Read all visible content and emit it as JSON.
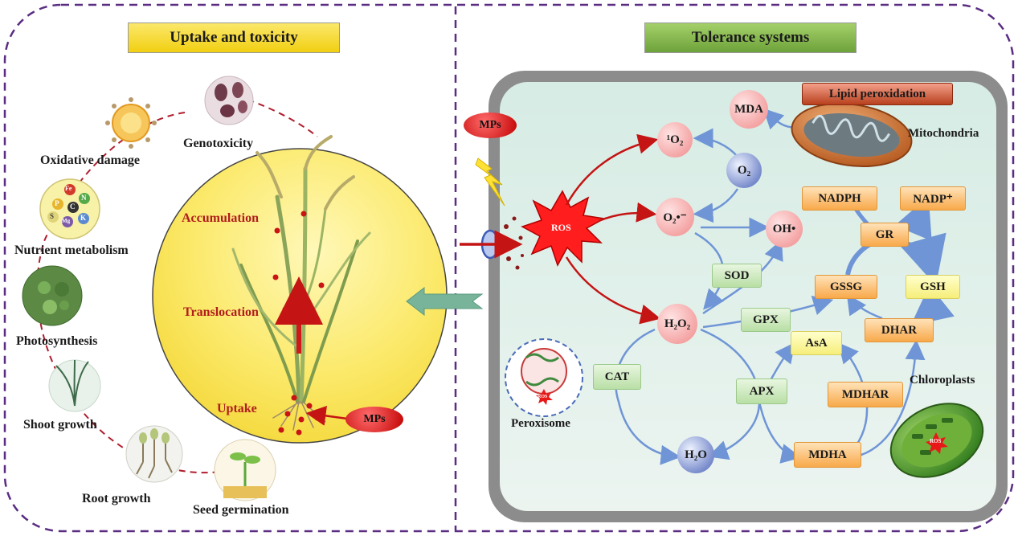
{
  "left_panel": {
    "title": "Uptake and toxicity",
    "toxicity_items": [
      "Genotoxicity",
      "Oxidative damage",
      "Nutrient metabolism",
      "Photosynthesis",
      "Shoot growth",
      "Root growth",
      "Seed germination"
    ],
    "plant_labels": {
      "accumulation": "Accumulation",
      "translocation": "Translocation",
      "uptake": "Uptake"
    },
    "mps": "MPs",
    "nutrient_symbols": [
      "Fe",
      "N",
      "C",
      "P",
      "Mg",
      "K",
      "S"
    ]
  },
  "right_panel": {
    "title": "Tolerance systems",
    "mps": "MPs",
    "ros": "ROS",
    "species": {
      "singlet_oxygen": "¹O₂",
      "oxygen": "O₂",
      "superoxide": "O₂•⁻",
      "hydroxyl": "OH•",
      "hydrogen_peroxide": "H₂O₂",
      "water": "H₂O",
      "mda": "MDA"
    },
    "enzymes": {
      "sod": "SOD",
      "gpx": "GPX",
      "cat": "CAT",
      "apx": "APX"
    },
    "cycle": {
      "nadph": "NADPH",
      "nadp": "NADP⁺",
      "gr": "GR",
      "gssg": "GSSG",
      "gsh": "GSH",
      "dhar": "DHAR",
      "asa": "AsA",
      "mdhar": "MDHAR",
      "mdha": "MDHA"
    },
    "organelles": {
      "lipid_peroxidation": "Lipid peroxidation",
      "mitochondria": "Mitochondria",
      "peroxisome": "Peroxisome",
      "chloroplasts": "Chloroplasts",
      "chloroplast_ros": "ROS",
      "peroxisome_ros": "ROS"
    }
  },
  "colors": {
    "frame_dashed": "#5a2d82",
    "left_header": "#f3d21a",
    "right_header": "#7fb04a",
    "cell_wall": "#8c8c8c",
    "cell_inside": "#dcefe8",
    "arrow_red": "#c41414",
    "arrow_blue": "#6f95d6",
    "plant_circle": "#fbe96a"
  }
}
